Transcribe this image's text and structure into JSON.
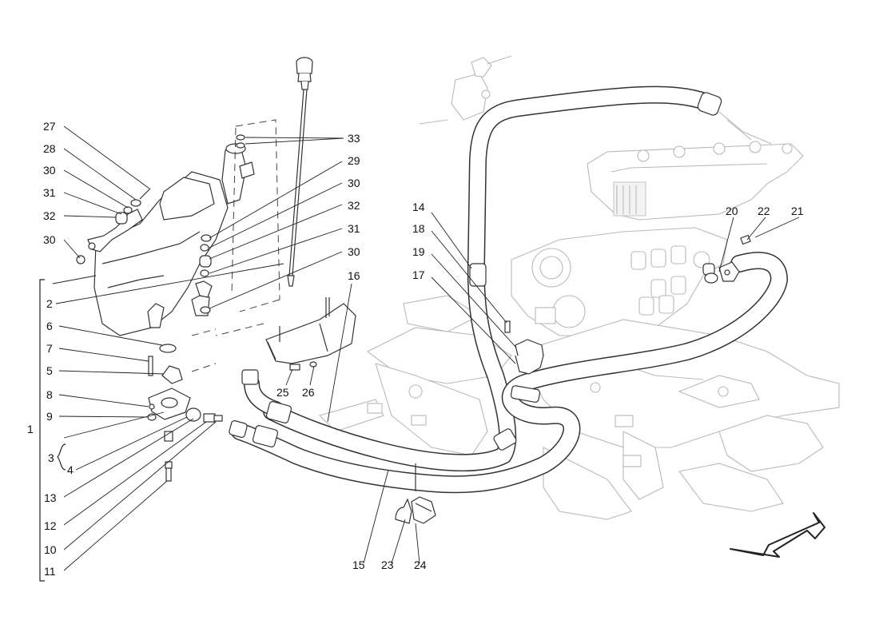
{
  "callouts": [
    {
      "id": "c27",
      "text": "27"
    },
    {
      "id": "c28",
      "text": "28"
    },
    {
      "id": "c30a",
      "text": "30"
    },
    {
      "id": "c31a",
      "text": "31"
    },
    {
      "id": "c32a",
      "text": "32"
    },
    {
      "id": "c30b",
      "text": "30"
    },
    {
      "id": "c2",
      "text": "2"
    },
    {
      "id": "c6",
      "text": "6"
    },
    {
      "id": "c7",
      "text": "7"
    },
    {
      "id": "c5",
      "text": "5"
    },
    {
      "id": "c8",
      "text": "8"
    },
    {
      "id": "c9",
      "text": "9"
    },
    {
      "id": "c1",
      "text": "1"
    },
    {
      "id": "c3",
      "text": "3"
    },
    {
      "id": "c4",
      "text": "4"
    },
    {
      "id": "c13",
      "text": "13"
    },
    {
      "id": "c12",
      "text": "12"
    },
    {
      "id": "c10",
      "text": "10"
    },
    {
      "id": "c11",
      "text": "11"
    },
    {
      "id": "c33",
      "text": "33"
    },
    {
      "id": "c29",
      "text": "29"
    },
    {
      "id": "c30c",
      "text": "30"
    },
    {
      "id": "c32b",
      "text": "32"
    },
    {
      "id": "c31b",
      "text": "31"
    },
    {
      "id": "c30d",
      "text": "30"
    },
    {
      "id": "c16",
      "text": "16"
    },
    {
      "id": "c25",
      "text": "25"
    },
    {
      "id": "c26",
      "text": "26"
    },
    {
      "id": "c14",
      "text": "14"
    },
    {
      "id": "c18",
      "text": "18"
    },
    {
      "id": "c19",
      "text": "19"
    },
    {
      "id": "c17",
      "text": "17"
    },
    {
      "id": "c15",
      "text": "15"
    },
    {
      "id": "c23",
      "text": "23"
    },
    {
      "id": "c24",
      "text": "24"
    },
    {
      "id": "c20",
      "text": "20"
    },
    {
      "id": "c22",
      "text": "22"
    },
    {
      "id": "c21",
      "text": "21"
    }
  ],
  "icons": {
    "direction": "front-direction-arrow-icon"
  }
}
